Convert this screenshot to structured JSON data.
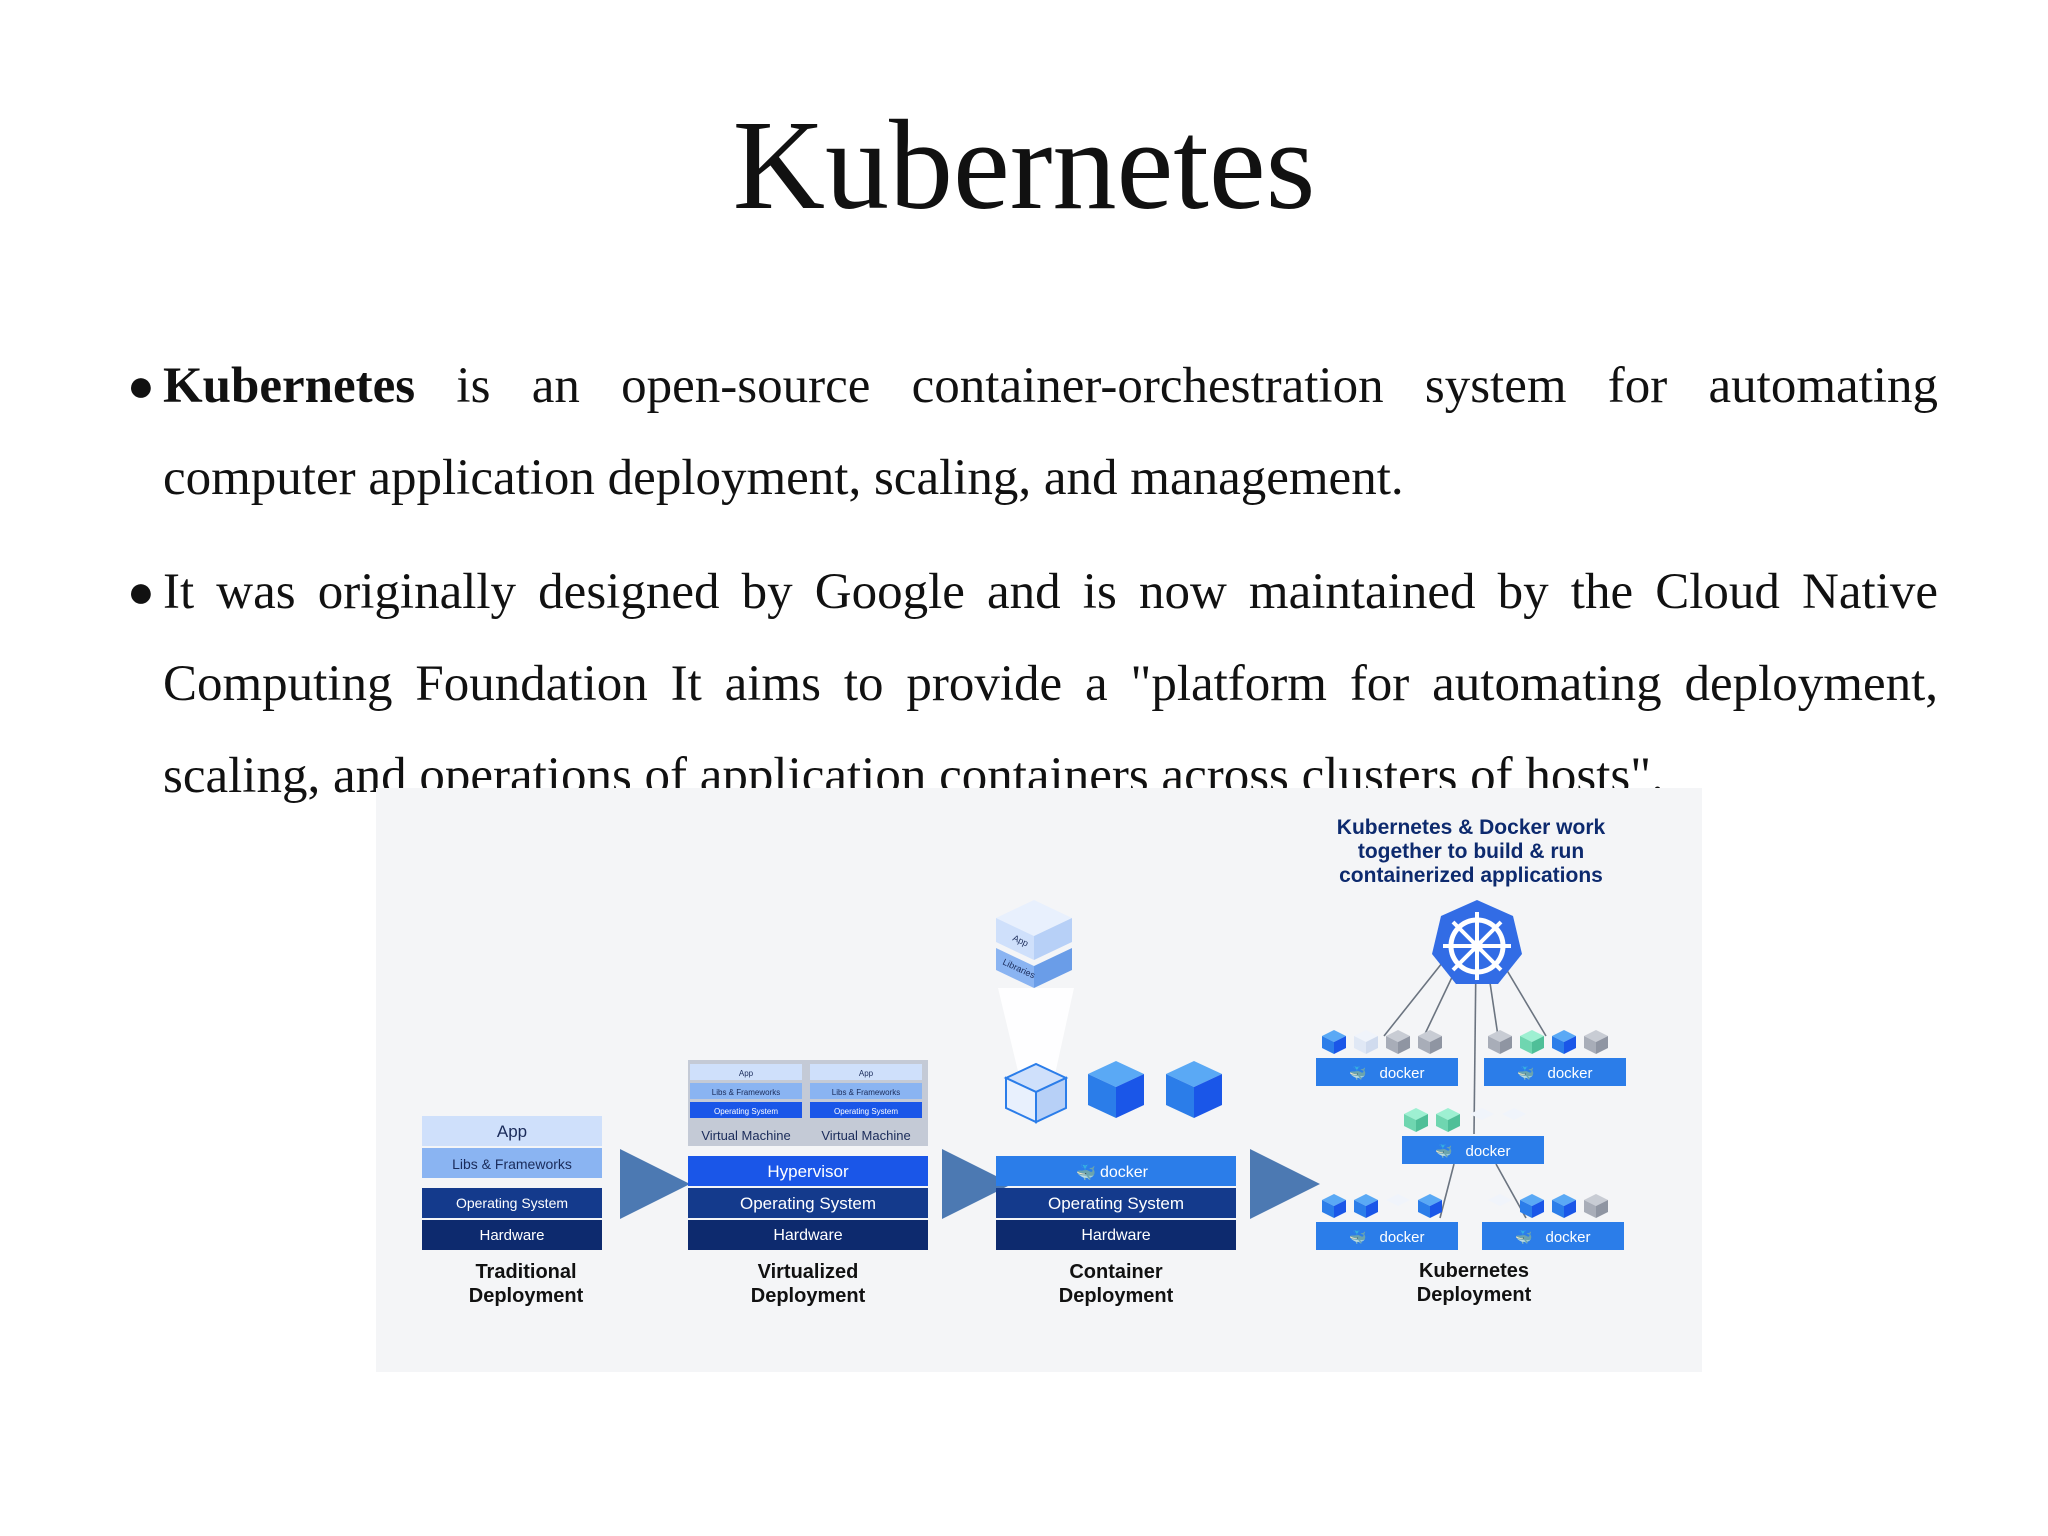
{
  "slide": {
    "title": "Kubernetes",
    "bullets": [
      {
        "bold": "Kubernetes",
        "text": " is an open-source container-orchestration system for automating computer application deployment, scaling, and management."
      },
      {
        "bold": "",
        "text": "It was originally designed by Google and is now maintained by the Cloud Native Computing Foundation It aims to provide a \"platform for automating deployment, scaling, and operations of application containers across clusters of hosts\"."
      }
    ]
  },
  "diagram": {
    "caption": "Kubernetes & Docker work together to build & run containerized applications",
    "caption_lines": [
      "Kubernetes & Docker work",
      "together to build & run",
      "containerized applications"
    ],
    "traditional": {
      "layers": [
        "App",
        "Libs & Frameworks",
        "Operating System",
        "Hardware"
      ],
      "label_lines": [
        "Traditional",
        "Deployment"
      ]
    },
    "virtualized": {
      "vm_layers": [
        "App",
        "Libs & Frameworks",
        "Operating System"
      ],
      "vm_label": "Virtual Machine",
      "layers": [
        "Hypervisor",
        "Operating System",
        "Hardware"
      ],
      "label_lines": [
        "Virtualized",
        "Deployment"
      ]
    },
    "container": {
      "stack_labels": [
        "App",
        "Libraries"
      ],
      "layers": [
        "docker",
        "Operating System",
        "Hardware"
      ],
      "label_lines": [
        "Container",
        "Deployment"
      ]
    },
    "kubernetes": {
      "node_label": "docker",
      "label_lines": [
        "Kubernetes",
        "Deployment"
      ]
    },
    "colors": {
      "light_blue": "#cfe0fb",
      "mid_blue": "#8ab4f2",
      "bright_blue": "#1a56e8",
      "navy": "#0d2a6e",
      "docker_blue": "#2b7de9",
      "k8s_blue": "#326ce5",
      "arrow": "#4c79b2"
    },
    "icons": [
      "kubernetes-helm-icon",
      "docker-whale-icon",
      "container-cube-icon",
      "arrow-right-icon"
    ]
  }
}
